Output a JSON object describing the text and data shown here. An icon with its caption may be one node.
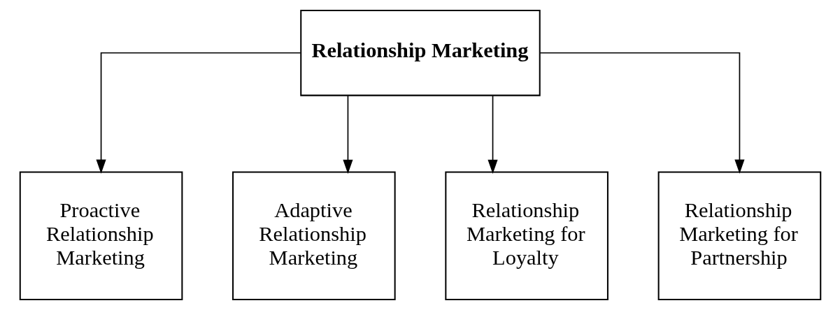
{
  "diagram": {
    "nodes": [
      {
        "text": [
          "Relationship Marketing"
        ]
      },
      {
        "text": [
          "Proactive Relationship Marketing"
        ]
      },
      {
        "text": [
          "Adaptive Relationship Marketing"
        ]
      },
      {
        "text": [
          "Relationship Marketing for Loyalty"
        ]
      },
      {
        "text": [
          "Relationship Marketing for Partnership"
        ]
      }
    ],
    "edges": [
      {
        "from": 0,
        "to": 1,
        "arrow": "to"
      },
      {
        "from": 0,
        "to": 2,
        "arrow": "to"
      },
      {
        "from": 0,
        "to": 3,
        "arrow": "to"
      },
      {
        "from": 0,
        "to": 4,
        "arrow": "to"
      }
    ]
  }
}
